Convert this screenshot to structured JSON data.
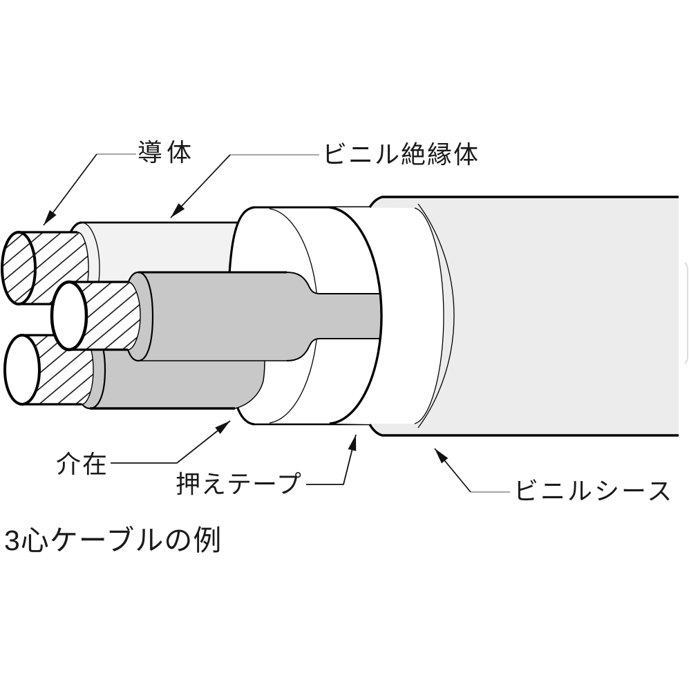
{
  "figure": {
    "caption": "3心ケーブルの例",
    "type": "cable-cutaway-diagram",
    "labels": {
      "conductor": "導体",
      "insulation": "ビニル絶縁体",
      "filler": "介在",
      "tape": "押えテープ",
      "sheath": "ビニルシース"
    },
    "colors": {
      "background": "#ffffff",
      "line": "#000000",
      "leader_gray": "#888888",
      "filler_gray": "#c8c8c8",
      "sheath_gray": "#ececec",
      "insulation_gray": "#f2f2f2",
      "tape_white": "#ffffff",
      "text": "#1a1a1a"
    }
  }
}
